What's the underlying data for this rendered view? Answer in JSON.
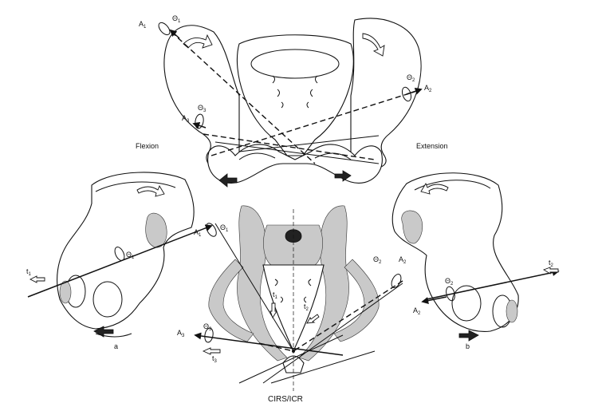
{
  "labels": {
    "flexion": "Flexion",
    "extension": "Extension",
    "panel_a": "a",
    "panel_b": "b",
    "center": "CIRS/ICR"
  },
  "symbols": {
    "A1": {
      "base": "A",
      "sub": "1"
    },
    "A2": {
      "base": "A",
      "sub": "2"
    },
    "A3": {
      "base": "A",
      "sub": "3"
    },
    "theta1": {
      "base": "Θ",
      "sub": "1"
    },
    "theta2": {
      "base": "Θ",
      "sub": "2"
    },
    "theta3": {
      "base": "Θ",
      "sub": "3"
    },
    "t1": {
      "base": "t",
      "sub": "1"
    },
    "t2": {
      "base": "t",
      "sub": "2"
    },
    "t3": {
      "base": "t",
      "sub": "3"
    }
  },
  "colors": {
    "ink": "#111111",
    "stipple": "#c9c9c9",
    "paper": "#ffffff"
  }
}
